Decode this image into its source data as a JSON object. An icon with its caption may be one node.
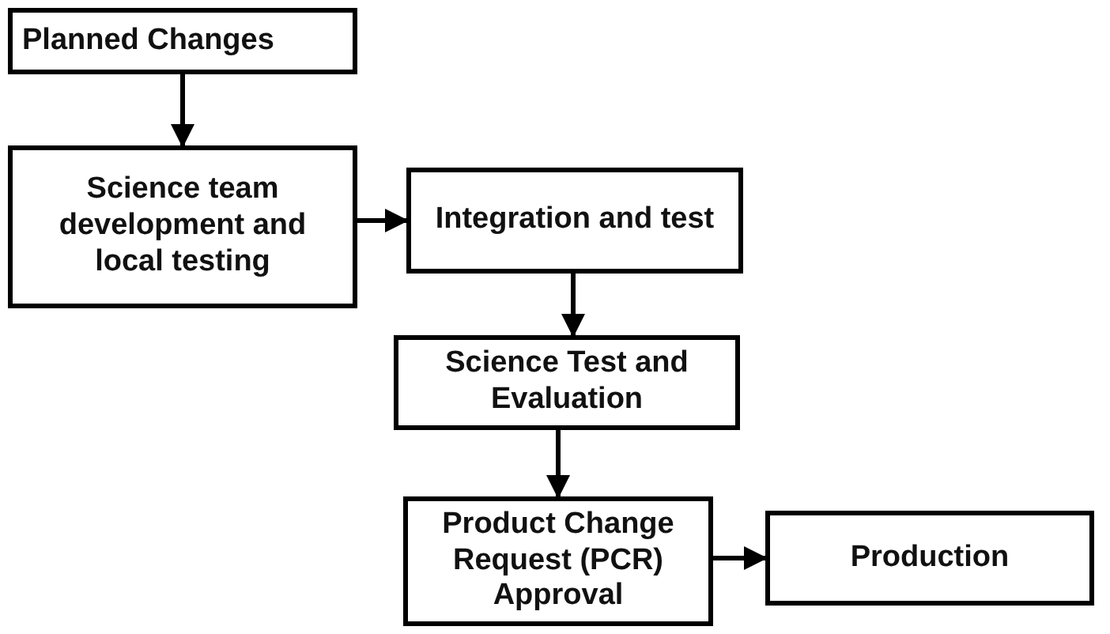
{
  "diagram": {
    "nodes": [
      {
        "text": [
          "Planned Changes"
        ]
      },
      {
        "text": [
          "Science team development and local testing"
        ]
      },
      {
        "text": [
          "Integration and test"
        ]
      },
      {
        "text": [
          "Science Test and Evaluation"
        ]
      },
      {
        "text": [
          "Product Change Request (PCR) Approval"
        ]
      },
      {
        "text": [
          "Production"
        ]
      }
    ],
    "edges": [
      {
        "from": 0,
        "to": 1,
        "arrow": "to"
      },
      {
        "from": 1,
        "to": 2,
        "arrow": "to"
      },
      {
        "from": 2,
        "to": 3,
        "arrow": "to"
      },
      {
        "from": 3,
        "to": 4,
        "arrow": "to"
      },
      {
        "from": 4,
        "to": 5,
        "arrow": "to"
      }
    ]
  }
}
